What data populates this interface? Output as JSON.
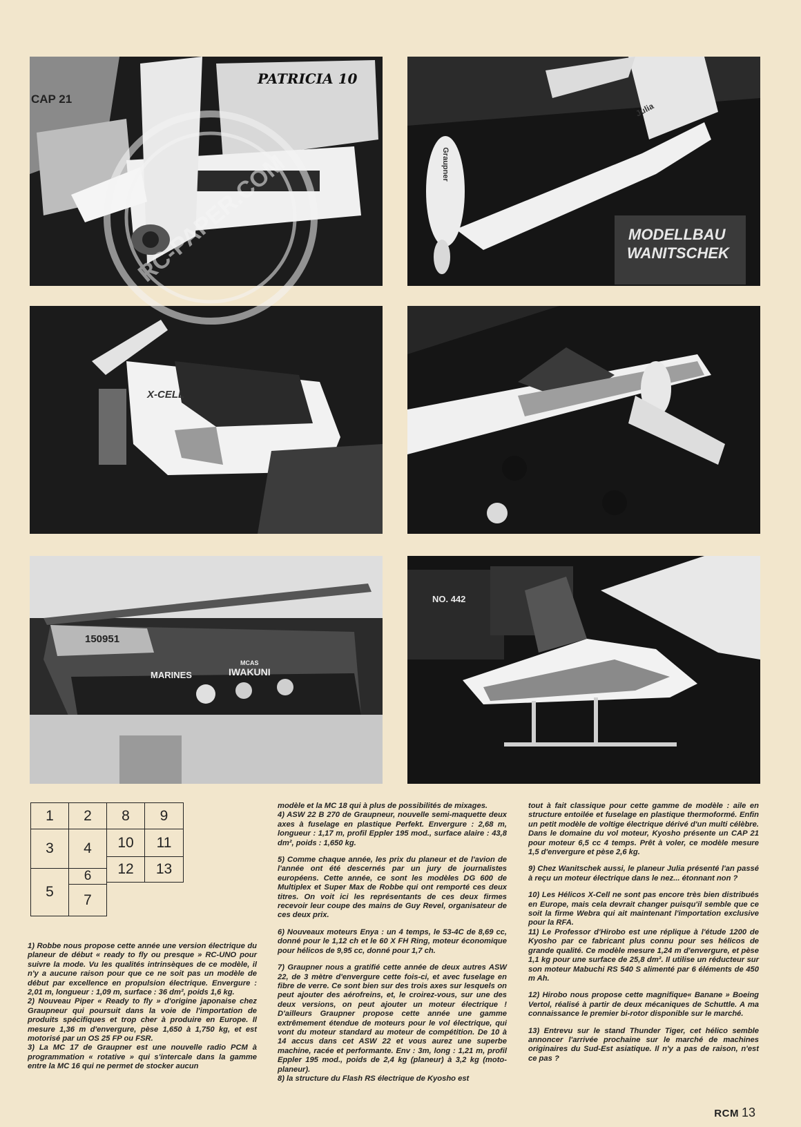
{
  "photos": [
    {
      "id": "1",
      "labels": [
        "PATRICIA 10",
        "CAP 21"
      ]
    },
    {
      "id": "2",
      "labels": [
        "MODELLBAU",
        "WANITSCHEK",
        "Julia",
        "Graupner"
      ]
    },
    {
      "id": "3",
      "labels": [
        "X-CELL"
      ]
    },
    {
      "id": "4",
      "labels": []
    },
    {
      "id": "5",
      "labels": [
        "MARINES",
        "MCAS",
        "IWAKUNI",
        "150951"
      ]
    },
    {
      "id": "6",
      "labels": [
        "NO. 442"
      ]
    }
  ],
  "legend_grid": [
    "1",
    "2",
    "8",
    "9",
    "3",
    "4",
    "10",
    "11",
    "6",
    "12",
    "13",
    "5",
    "7"
  ],
  "watermark": "RC-PAPER.COM",
  "articles": {
    "col1": [
      "1) Robbe nous propose cette année une version électrique du planeur de début « ready to fly ou presque » RC-UNO pour suivre la mode. Vu les qualités intrinsèques de ce modèle, il n'y a aucune raison pour que ce ne soit pas un modèle de début par excellence en propulsion électrique. Envergure : 2,01 m, longueur : 1,09 m, surface : 36 dm², poids 1,6 kg.",
      "2) Nouveau Piper « Ready to fly » d'origine japonaise chez Graupneur qui poursuit dans la voie de l'importation de produits spécifiques et trop cher à produire en Europe. Il mesure 1,36 m d'envergure, pèse 1,650 à 1,750 kg, et est motorisé par un OS 25 FP ou FSR.",
      "3) La MC 17 de Graupner est une nouvelle radio PCM à programmation « rotative » qui s'intercale dans la gamme entre la MC 16 qui ne permet de stocker aucun"
    ],
    "col2": [
      "modèle et la MC 18 qui à plus de possibilités de mixages.",
      "4) ASW 22 B 270 de Graupneur, nouvelle semi-maquette deux axes à fuselage en plastique Perfekt. Envergure : 2,68 m, longueur : 1,17 m, profil Eppler 195 mod., surface alaire : 43,8 dm², poids : 1,650 kg.",
      "5) Comme chaque année, les prix du planeur et de l'avion de l'année ont été descernés par un jury de journalistes européens. Cette année, ce sont les modèles DG 600 de Multiplex et Super Max de Robbe qui ont remporté ces deux titres. On voit ici les représentants de ces deux firmes recevoir leur coupe des mains de Guy Revel, organisateur de ces deux prix.",
      "6) Nouveaux moteurs Enya : un 4 temps, le 53-4C de 8,69 cc, donné pour le 1,12 ch et le 60 X FH Ring, moteur économique pour hélicos de 9,95 cc, donné pour 1,7 ch.",
      "7) Graupner nous a gratifié cette année de deux autres ASW 22, de 3 mètre d'envergure cette fois-ci, et avec fuselage en fibre de verre. Ce sont bien sur des trois axes sur lesquels on peut ajouter des aérofreins, et, le croirez-vous, sur une des deux versions, on peut ajouter un moteur électrique ! D'ailleurs Graupner propose cette année une gamme extrêmement étendue de moteurs pour le vol électrique, qui vont du moteur standard au moteur de compétition. De 10 à 14 accus dans cet ASW 22 et vous aurez une superbe machine, racée et performante. Env : 3m, long : 1,21 m, profil Eppler 195 mod., poids de 2,4 kg (planeur) à 3,2 kg (moto-planeur).",
      "8) la structure du Flash RS électrique de Kyosho est"
    ],
    "col3": [
      "tout à fait classique pour cette gamme de modèle : aile en structure entoilée et fuselage en plastique thermoformé. Enfin un petit modèle de voltige électrique dérivé d'un multi célèbre. Dans le domaine du vol moteur, Kyosho présente un CAP 21 pour moteur 6,5 cc 4 temps. Prêt à voler, ce modèle mesure 1,5 d'envergure et pèse 2,6 kg.",
      "9) Chez Wanitschek aussi, le planeur Julia présenté l'an passé à reçu un moteur électrique dans le nez... étonnant non ?",
      "10) Les Hélicos X-Cell ne sont pas encore très bien distribués en Europe, mais cela devrait changer puisqu'il semble que ce soit la firme Webra qui ait maintenant l'importation exclusive pour la RFA.",
      "11) Le Professor d'Hirobo est une réplique à l'étude 1200 de Kyosho par ce fabricant plus connu pour ses hélicos de grande qualité. Ce modèle mesure 1,24 m d'envergure, et pèse 1,1 kg pour une surface de 25,8 dm². Il utilise un réducteur sur son moteur Mabuchi RS 540 S alimenté par 6 éléments de 450 m Ah.",
      "12) Hirobo nous propose cette magnifique« Banane » Boeing Vertol, réalisé à partir de deux mécaniques de Schuttle. A ma connaissance le premier bi-rotor disponible sur le marché.",
      "13) Entrevu sur le stand Thunder Tiger, cet hélico semble annoncer l'arrivée prochaine sur le marché de machines originaires du Sud-Est asiatique. Il n'y a pas de raison, n'est ce pas ?"
    ]
  },
  "folio": {
    "brand": "RCM",
    "page": "13"
  }
}
